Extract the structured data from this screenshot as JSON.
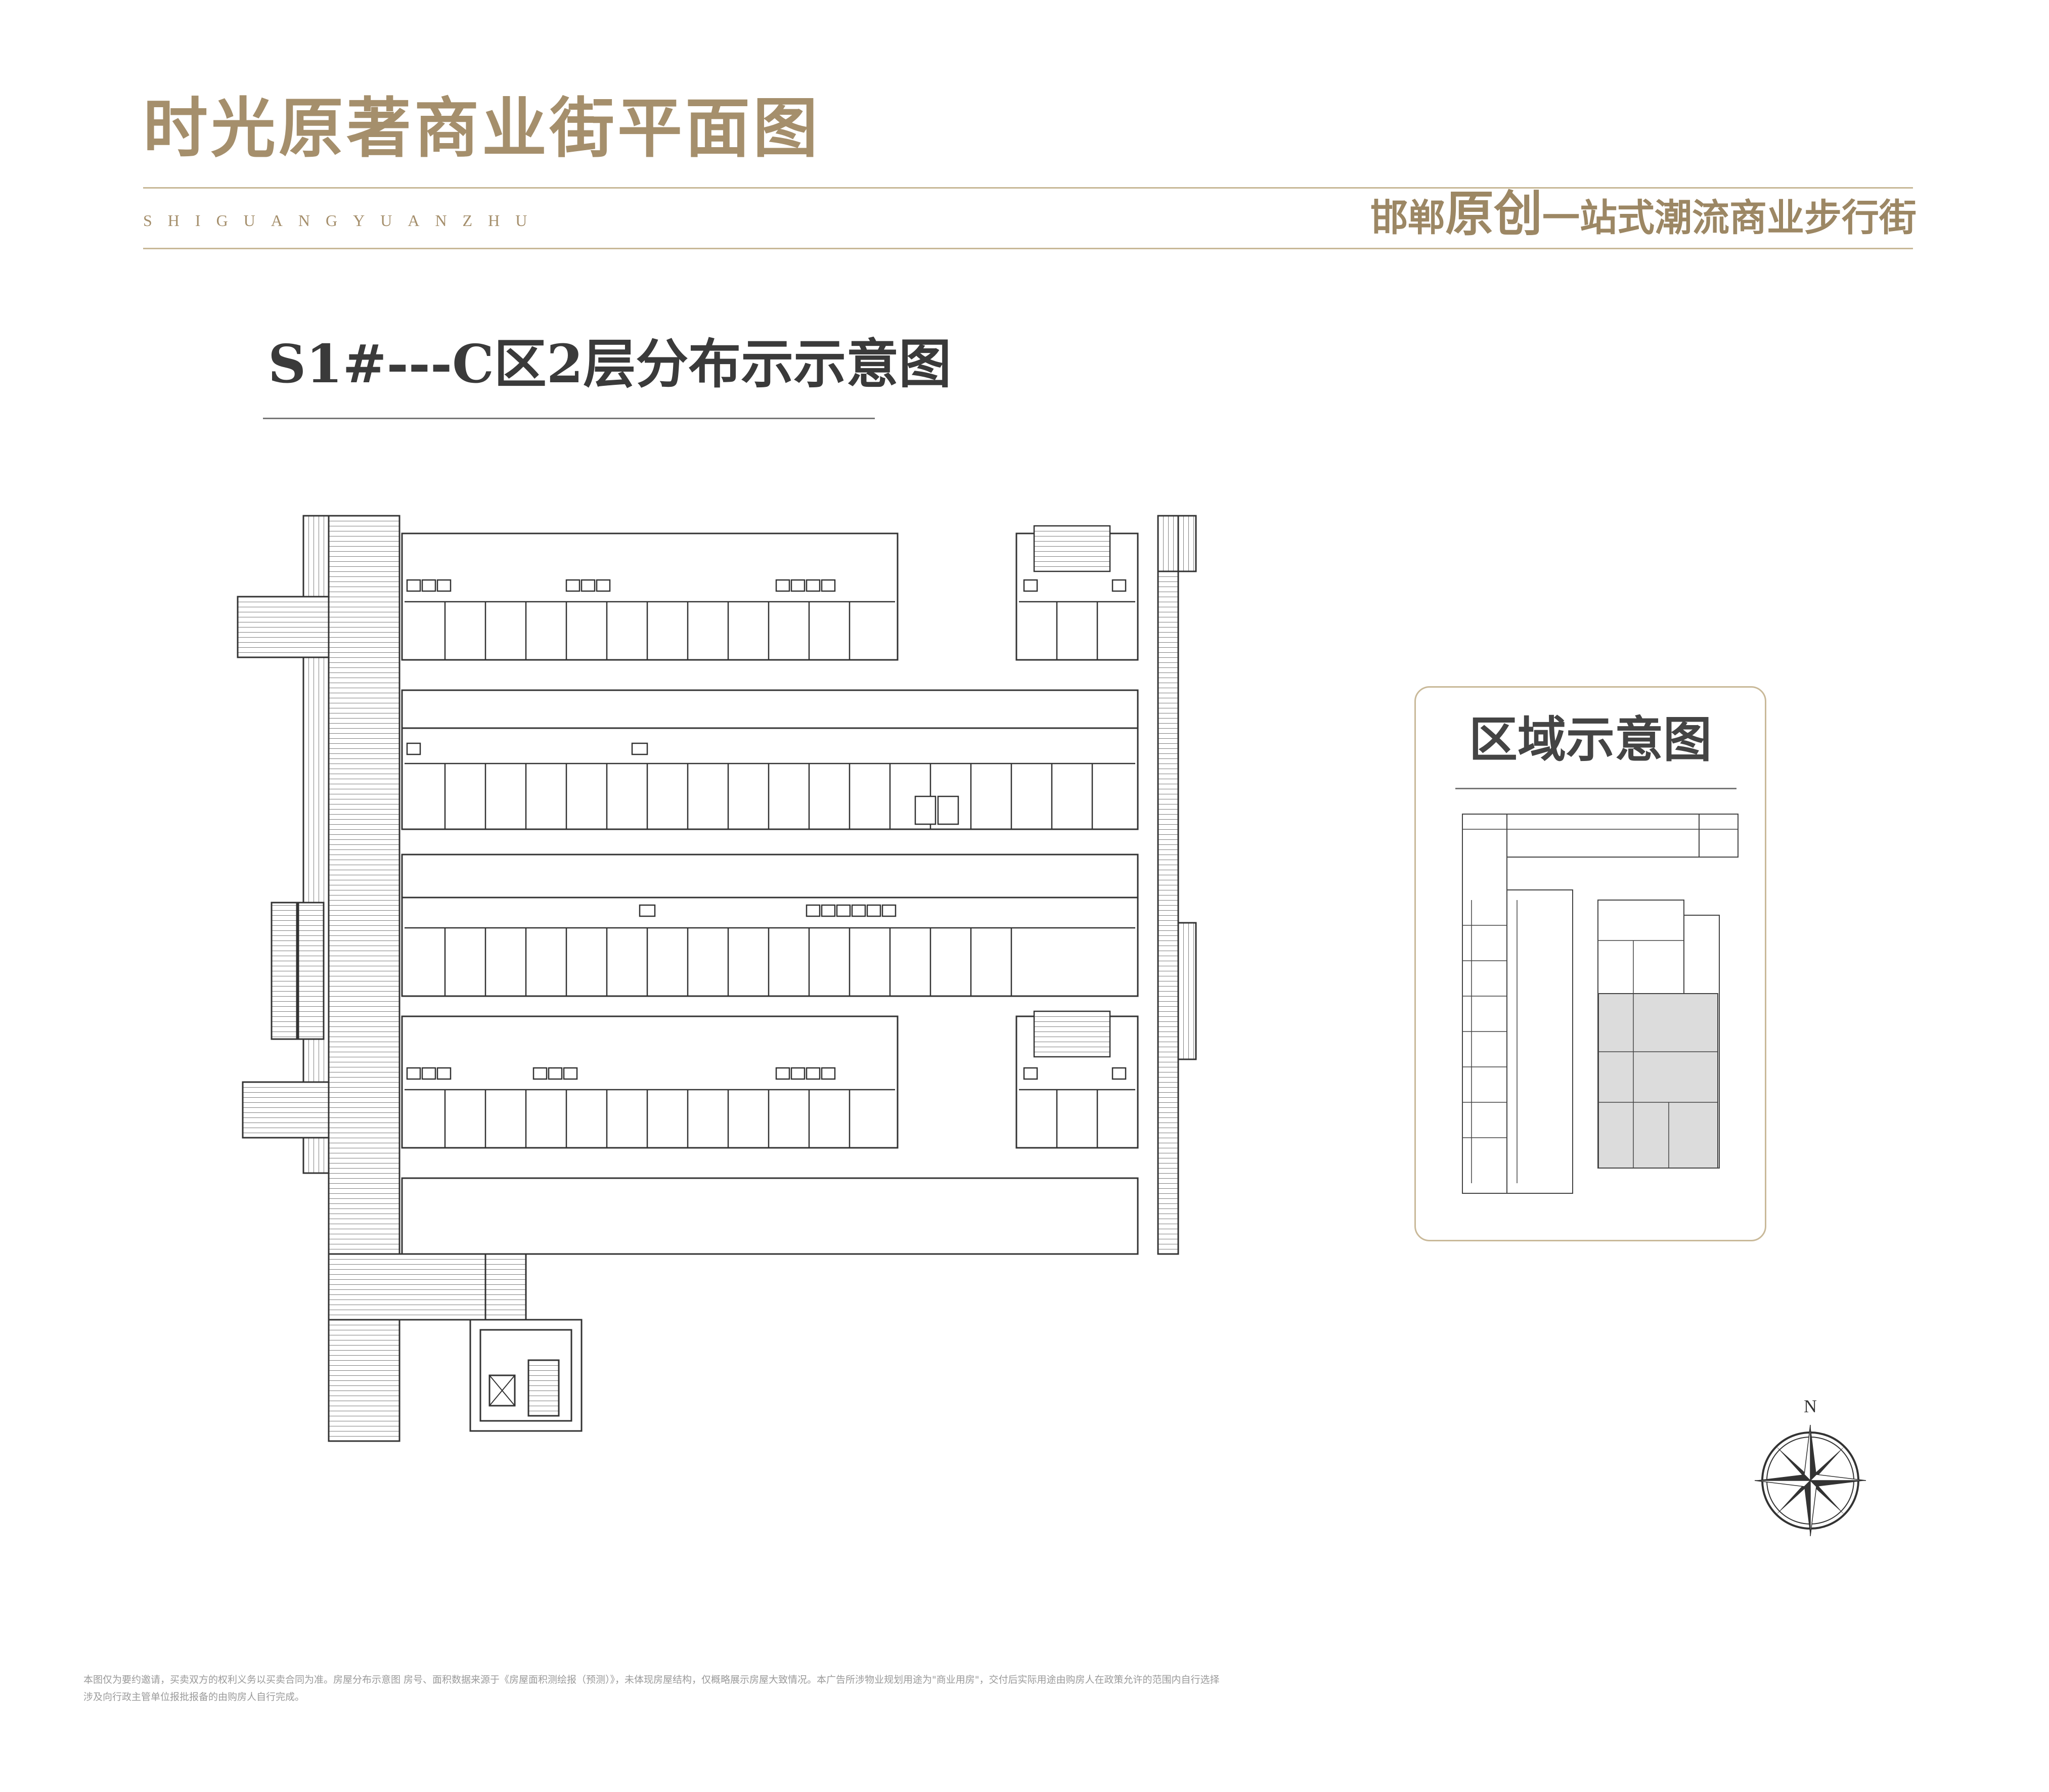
{
  "header": {
    "title": "时光原著商业街平面图",
    "pinyin": "SHIGUANGYUANZHU",
    "slogan_prefix": "邯郸",
    "slogan_emphasis": "原创",
    "slogan_suffix": "一站式潮流商业步行街"
  },
  "floor_plan": {
    "title": "S1#---C区2层分布示示意图"
  },
  "area_map": {
    "title": "区域示意图"
  },
  "compass": {
    "north_label": "N"
  },
  "disclaimer": {
    "line1": "本图仅为要约邀请，买卖双方的权利义务以买卖合同为准。房屋分布示意图 房号、面积数据来源于《房屋面积测绘报（预测）》，未体现房屋结构，仅概略展示房屋大致情况。本广告所涉物业规划用途为\"商业用房\"，交付后实际用途由购房人在政策允许的范围内自行选择",
    "line2": "涉及向行政主管单位报批报备的由购房人自行完成。"
  },
  "colors": {
    "brand_gold": "#a58f6c",
    "rule_gold": "#c8b897",
    "highlight_zone": "#dcdcdc"
  }
}
